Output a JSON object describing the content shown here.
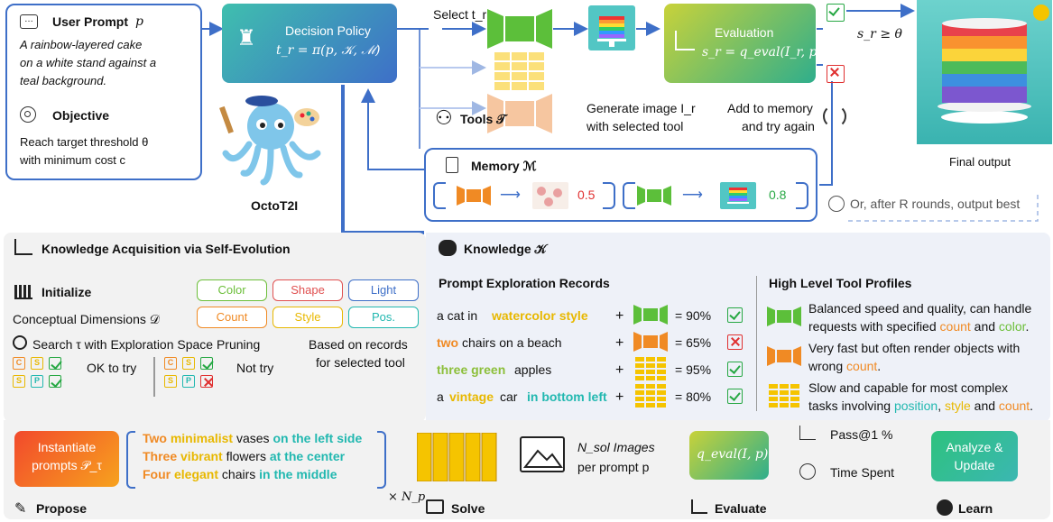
{
  "user_prompt": {
    "title": "User Prompt",
    "var": "p",
    "text": [
      "A rainbow-layered cake",
      "on a white stand against a",
      "teal background."
    ],
    "objective_title": "Objective",
    "objective_text": [
      "Reach target threshold θ",
      "with minimum cost c"
    ]
  },
  "policy": {
    "title": "Decision Policy",
    "formula": "t_r = π(p, 𝒦, ℳ)",
    "logo_label": "OctoT2I"
  },
  "tools": {
    "select_label": "Select t_r",
    "tools_label": "Tools 𝒯",
    "generate_text": [
      "Generate image I_r",
      "with selected tool"
    ]
  },
  "evaluation": {
    "title": "Evaluation",
    "formula": "s_r = q_eval(I_r, p)",
    "threshold": "s_r ≥ θ",
    "fail_text": [
      "Add to memory",
      "and try again"
    ],
    "final_label": "Final output"
  },
  "memory": {
    "title": "Memory ℳ",
    "score1": "0.5",
    "score2": "0.8",
    "after_text": "Or, after R rounds, output best"
  },
  "knowledge_acq": {
    "title": "Knowledge Acquisition via Self-Evolution",
    "initialize": "Initialize",
    "conceptual": "Conceptual Dimensions 𝒟",
    "dims": [
      "Color",
      "Shape",
      "Light",
      "Count",
      "Style",
      "Pos."
    ],
    "search": "Search τ with Exploration Space Pruning",
    "ok_label": "OK to try",
    "not_label": "Not try",
    "based_text": [
      "Based on records",
      "for selected tool"
    ]
  },
  "knowledge": {
    "title": "Knowledge 𝒦",
    "records_title": "Prompt Exploration Records",
    "records": [
      {
        "pre": "a cat in ",
        "hl": "watercolor style",
        "post": "",
        "pct": "= 90%",
        "ok": true
      },
      {
        "pre": "",
        "hl": "two",
        "post": " chairs on a beach",
        "pct": "= 65%",
        "ok": false
      },
      {
        "pre": "",
        "hl": "three green",
        "post": " apples",
        "pct": "= 95%",
        "ok": true
      },
      {
        "pre": "a ",
        "hl": "vintage",
        "post": " car ",
        "hl2": "in bottom left",
        "pct": "= 80%",
        "ok": true
      }
    ],
    "profiles_title": "High Level Tool Profiles",
    "profile1": [
      "Balanced speed and quality, can handle",
      "requests with specified ",
      "count",
      " and ",
      "color",
      "."
    ],
    "profile2": [
      "Very fast but often render objects with",
      "wrong ",
      "count",
      "."
    ],
    "profile3": [
      "Slow and capable for most complex",
      "tasks involving ",
      "position",
      ", ",
      "style",
      " and ",
      "count",
      "."
    ]
  },
  "pipeline": {
    "instantiate": [
      "Instantiate",
      "prompts 𝒫_τ"
    ],
    "prompts": [
      {
        "a": "Two ",
        "b": "minimalist",
        "c": " vases ",
        "d": "on the left side"
      },
      {
        "a": "Three ",
        "b": "vibrant",
        "c": " flowers ",
        "d": "at the center"
      },
      {
        "a": "Four ",
        "b": "elegant",
        "c": " chairs ",
        "d": "in the middle"
      }
    ],
    "times_np": "× N_p",
    "images_text": [
      "N_sol Images",
      "per prompt p"
    ],
    "qeval": "q_eval(I, p)",
    "pass": "Pass@1 %",
    "time": "Time Spent",
    "analyze": [
      "Analyze &",
      "Update"
    ],
    "propose": "Propose",
    "solve": "Solve",
    "evaluate": "Evaluate",
    "learn": "Learn"
  },
  "colors": {
    "accent_blue": "#3e6fc8",
    "green_tool": "#5cbf3a",
    "orange_tool": "#f08a24",
    "yellow_tool": "#f5c400",
    "teal_box": "#3bb7b2"
  }
}
